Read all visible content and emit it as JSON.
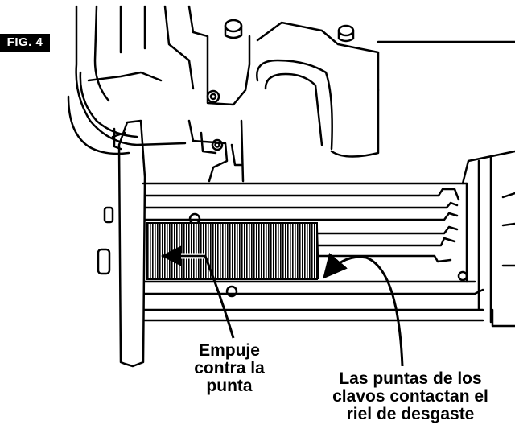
{
  "figure": {
    "label": "FIG. 4"
  },
  "callouts": {
    "push": {
      "lines": [
        "Empuje",
        "contra la",
        "punta"
      ]
    },
    "rail": {
      "lines": [
        "Las puntas de los",
        "clavos contactan el",
        "riel de desgaste"
      ]
    }
  },
  "colors": {
    "ink": "#000000",
    "paper": "#ffffff",
    "nail_strip": "#555555"
  }
}
